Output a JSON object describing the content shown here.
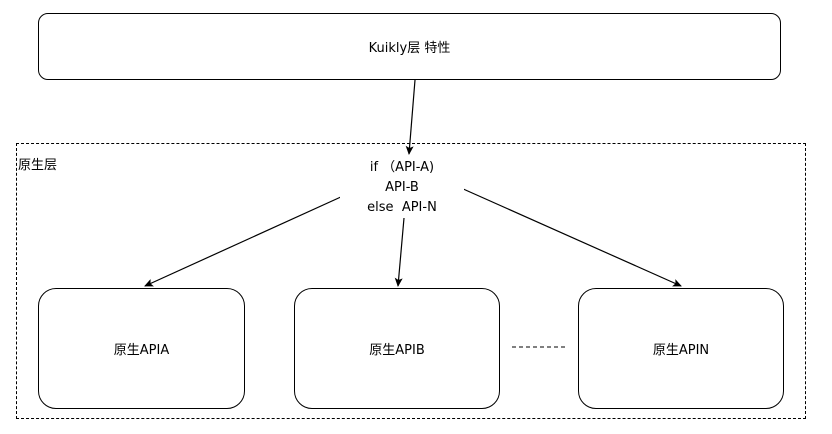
{
  "top_box": {
    "label": "Kuikly层 特性"
  },
  "native_layer": {
    "label": "原生层",
    "condition_lines": [
      "if （API-A)",
      "API-B",
      "else  API-N"
    ]
  },
  "api_boxes": [
    {
      "label": "原生APIA"
    },
    {
      "label": "原生APIB"
    },
    {
      "label": "原生APIN"
    }
  ],
  "colors": {
    "stroke": "#000000",
    "background": "#ffffff"
  }
}
